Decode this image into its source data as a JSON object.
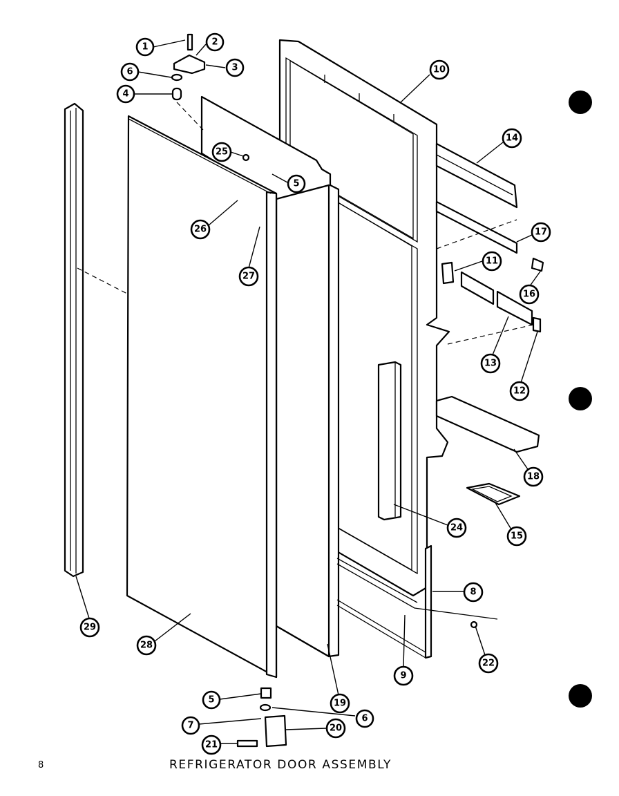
{
  "page_number": "8",
  "caption": "REFRIGERATOR DOOR ASSEMBLY",
  "callouts": [
    "1",
    "2",
    "3",
    "6",
    "4",
    "10",
    "14",
    "25",
    "5",
    "26",
    "27",
    "17",
    "11",
    "16",
    "13",
    "12",
    "18",
    "24",
    "15",
    "8",
    "29",
    "28",
    "9",
    "22",
    "19",
    "5",
    "6",
    "7",
    "20",
    "21"
  ]
}
